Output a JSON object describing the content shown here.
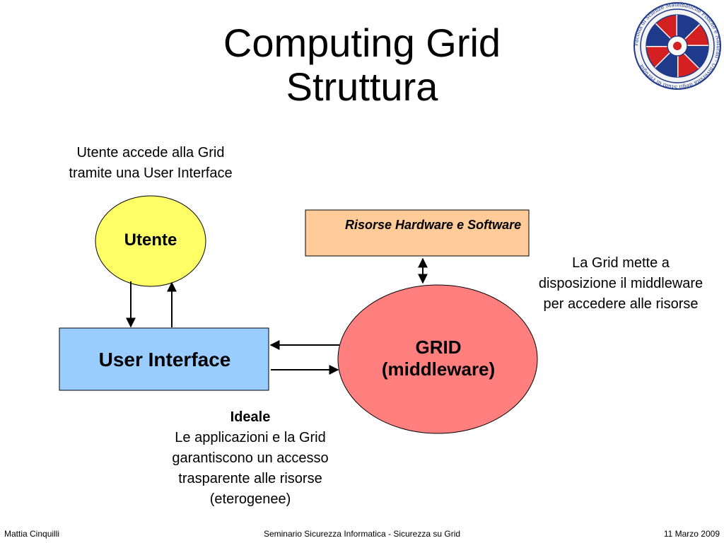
{
  "slide": {
    "title_line1": "Computing Grid",
    "title_line2": "Struttura"
  },
  "notes": {
    "user_note": "Utente accede alla Grid tramite una User Interface",
    "grid_note": "La Grid mette a disposizione il middleware per accedere alle risorse",
    "ideal_heading": "Ideale",
    "ideal_text": "Le applicazioni e la Grid garantiscono un accesso trasparente alle risorse (eterogenee)"
  },
  "diagram": {
    "nodes": {
      "utente": "Utente",
      "user_interface": "User Interface",
      "grid_line1": "GRID",
      "grid_line2": "(middleware)",
      "risorse": "Risorse Hardware e Software"
    },
    "colors": {
      "utente_fill": "#ffff66",
      "user_interface_fill": "#99ccff",
      "grid_fill": "#ff7f7f",
      "risorse_fill": "#ffcc99",
      "outline": "#000000"
    }
  },
  "footer": {
    "author": "Mattia Cinquilli",
    "event": "Seminario Sicurezza Informatica - Sicurezza su Grid",
    "date": "11 Marzo 2009"
  },
  "logo": {
    "icon": "university-seal-icon",
    "text": "Facoltà di Scienze Matematiche Fisiche e Naturali - Università degli Studi di Perugia"
  }
}
